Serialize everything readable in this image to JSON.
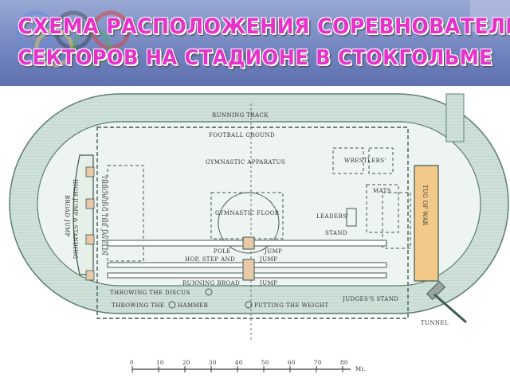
{
  "header": {
    "title_line1": "СХЕМА РАСПОЛОЖЕНИЯ СОРЕВНОВАТЕЛЬНЫХ",
    "title_line2": "СЕКТОРОВ НА СТАДИОНЕ В СТОКГОЛЬМЕ"
  },
  "plan": {
    "running_track": "RUNNING   TRACK",
    "football_ground": "FOOTBALL   GROUND",
    "gymnastic_apparatus": "GYMNASTIC   APPARATUS",
    "wrestlers": "WRESTLERS'",
    "mats": "MATS",
    "tug_of_war": "TUG OF WAR",
    "gymnastic_floor": "GYMNASTIC FLOOR",
    "leaders": "LEADERS'",
    "stand": "STAND",
    "pole": "POLE",
    "jump_pole": "JUMP",
    "hop_step_and": "HOP, STEP AND",
    "jump_hop": "JUMP",
    "running_broad": "RUNNING BROAD",
    "jump_broad": "JUMP",
    "throwing_discus": "THROWING THE DISCUS",
    "throwing_hammer": "THROWING THE",
    "hammer": "HAMMER",
    "putting_weight": "PUTTING THE WEIGHT",
    "judges_stand": "JUDGES'S STAND",
    "tunnel": "TUNNEL",
    "high_jump_line1": "HIGH JUMP & STANDING",
    "high_jump_line2": "BROAD JUMP",
    "throwing_javelin": "THROWING THE JAVELIN"
  },
  "scale": {
    "ticks": [
      "0",
      "10",
      "20",
      "30",
      "40",
      "50",
      "60",
      "70",
      "80"
    ],
    "unit": "Mt."
  }
}
